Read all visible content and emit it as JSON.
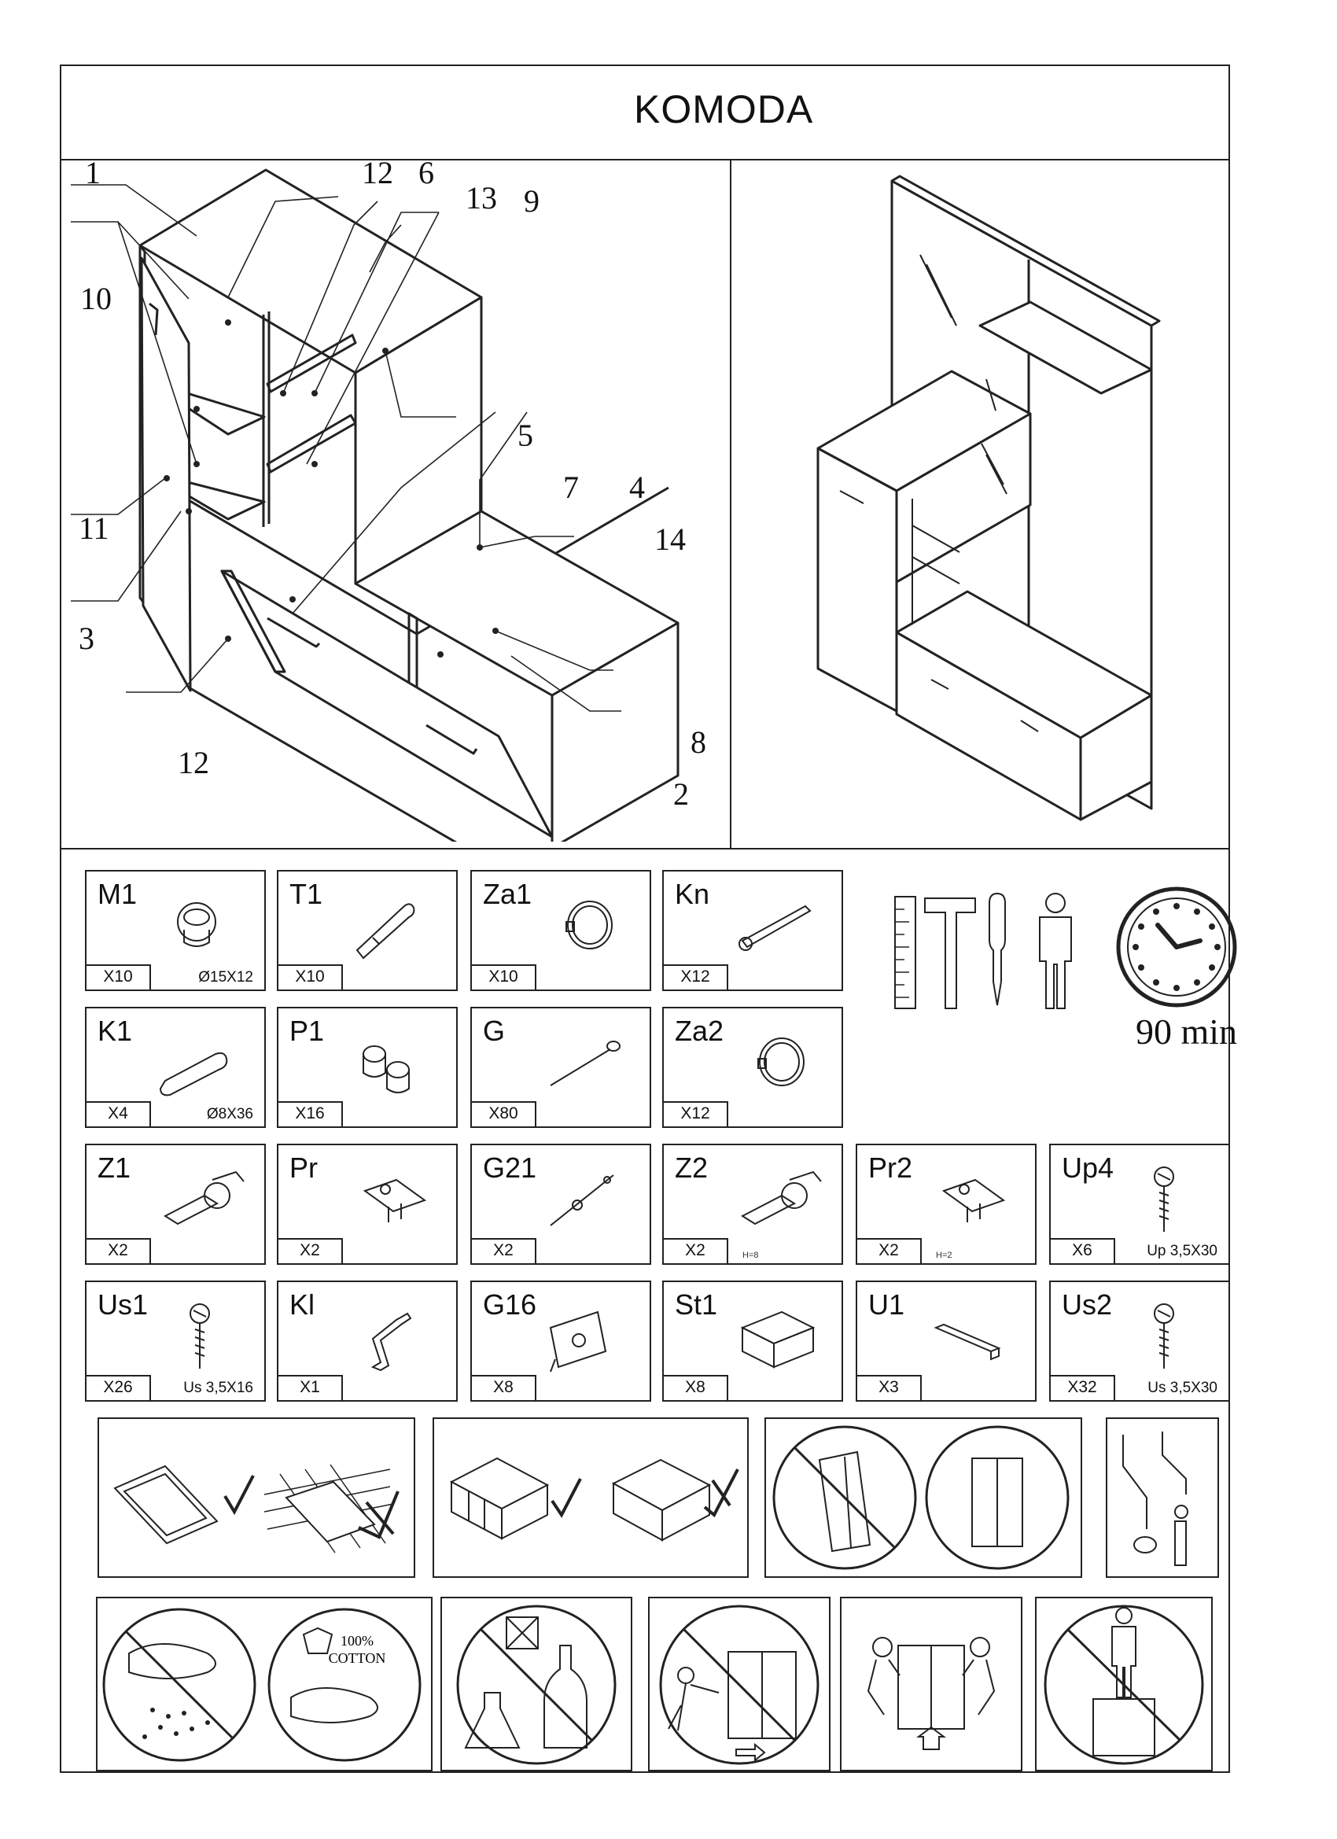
{
  "title": "KOMODA",
  "callouts": [
    "1",
    "12",
    "6",
    "13",
    "9",
    "10",
    "5",
    "11",
    "7",
    "4",
    "14",
    "3",
    "8",
    "12",
    "2"
  ],
  "parts": [
    {
      "code": "M1",
      "qty": "X10",
      "spec": "Ø15X12",
      "icon": "cam-lock-icon"
    },
    {
      "code": "T1",
      "qty": "X10",
      "spec": "",
      "icon": "cam-bolt-icon"
    },
    {
      "code": "Za1",
      "qty": "X10",
      "spec": "",
      "icon": "cap-icon"
    },
    {
      "code": "Kn",
      "qty": "X12",
      "spec": "",
      "icon": "wall-plug-icon"
    },
    {
      "code": "K1",
      "qty": "X4",
      "spec": "Ø8X36",
      "icon": "dowel-icon"
    },
    {
      "code": "P1",
      "qty": "X16",
      "spec": "",
      "icon": "shelf-pin-icon"
    },
    {
      "code": "G",
      "qty": "X80",
      "spec": "",
      "icon": "nail-icon"
    },
    {
      "code": "Za2",
      "qty": "X12",
      "spec": "",
      "icon": "cap-icon"
    },
    {
      "code": "Z1",
      "qty": "X2",
      "spec": "",
      "icon": "hinge-icon"
    },
    {
      "code": "Pr",
      "qty": "X2",
      "spec": "",
      "icon": "hinge-plate-icon"
    },
    {
      "code": "G21",
      "qty": "X2",
      "spec": "",
      "icon": "rod-icon"
    },
    {
      "code": "Z2",
      "qty": "X2",
      "spec": "H=8",
      "icon": "hinge-icon"
    },
    {
      "code": "Pr2",
      "qty": "X2",
      "spec": "H=2",
      "icon": "hinge-plate-icon"
    },
    {
      "code": "Up4",
      "qty": "X6",
      "spec": "Up 3,5X30",
      "icon": "screw-icon"
    },
    {
      "code": "Us1",
      "qty": "X26",
      "spec": "Us 3,5X16",
      "icon": "screw-icon"
    },
    {
      "code": "Kl",
      "qty": "X1",
      "spec": "",
      "icon": "allen-key-icon"
    },
    {
      "code": "G16",
      "qty": "X8",
      "spec": "",
      "icon": "bracket-icon"
    },
    {
      "code": "St1",
      "qty": "X8",
      "spec": "",
      "icon": "box-icon"
    },
    {
      "code": "U1",
      "qty": "X3",
      "spec": "",
      "icon": "handle-icon"
    },
    {
      "code": "Us2",
      "qty": "X32",
      "spec": "Us 3,5X30",
      "icon": "screw-icon"
    }
  ],
  "assembly_time": "90 min",
  "cotton_label": "100%\nCOTTON",
  "cotton_line1": "100%",
  "cotton_line2": "COTTON"
}
